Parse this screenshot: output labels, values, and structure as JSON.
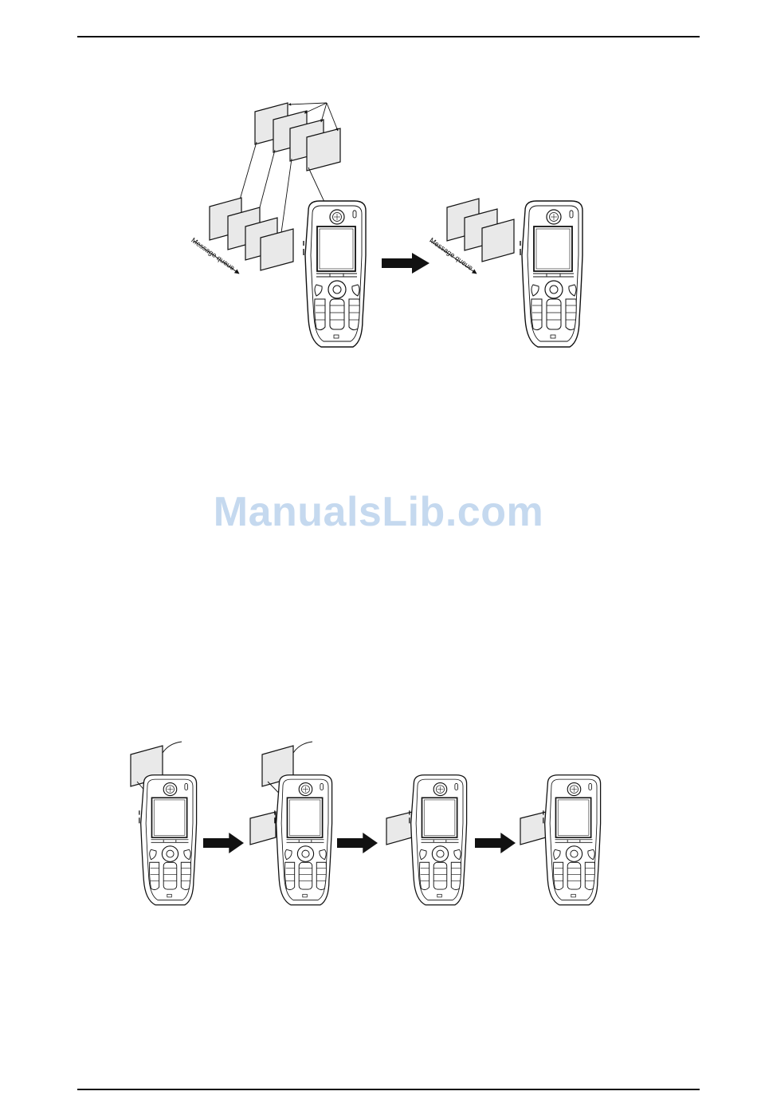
{
  "watermark": {
    "text": "ManualsLib.com"
  },
  "figure_top": {
    "queue_label_left": "Message queue",
    "queue_label_right": "Message queue"
  },
  "colors": {
    "line": "#111111",
    "card_fill": "#e9e9e9",
    "watermark": "#c5d9ef"
  }
}
